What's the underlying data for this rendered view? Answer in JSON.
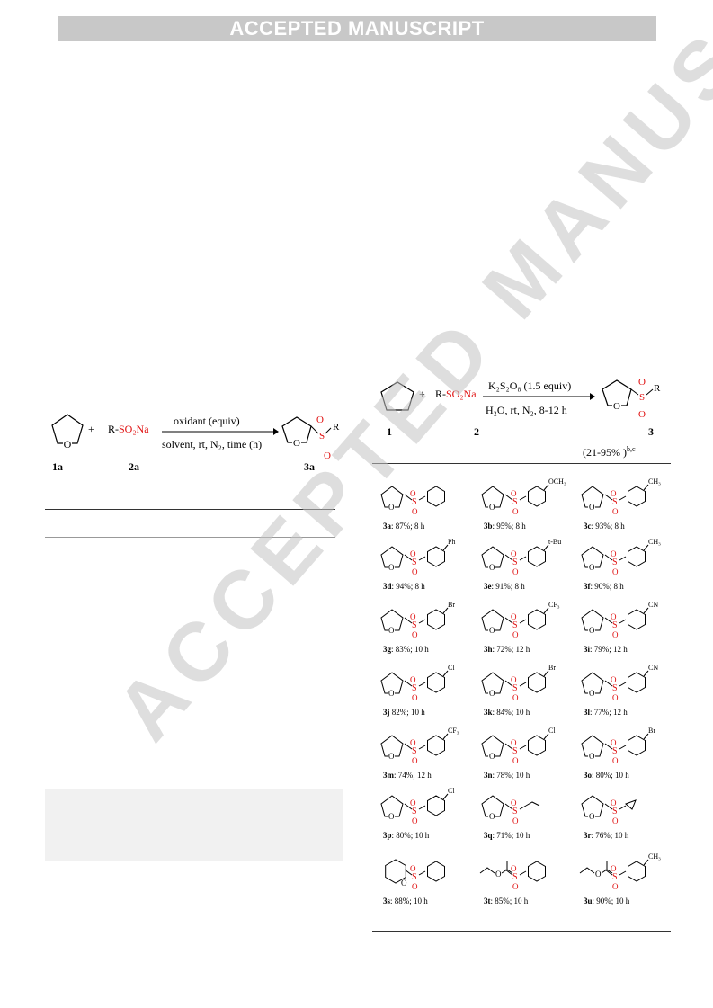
{
  "banner": "ACCEPTED MANUSCRIPT",
  "watermark": "ACCEPTED MANUSCRIPT",
  "left_scheme": {
    "plus": "+",
    "reagent_prefix": "R-",
    "reagent_red": "SO₂Na",
    "condition_top": "oxidant (equiv)",
    "condition_bottom": "solvent, rt, N₂, time (h)",
    "label_1a": "1a",
    "label_2a": "2a",
    "label_3a": "3a",
    "atom_O": "O",
    "atom_S": "S",
    "atom_R": "R"
  },
  "right_scheme": {
    "plus": "+",
    "reagent_prefix": "R-",
    "reagent_red": "SO₂Na",
    "condition_top": "K₂S₂O₈ (1.5 equiv)",
    "condition_bottom": "H₂O, rt, N₂, 8-12 h",
    "label_1": "1",
    "label_2": "2",
    "label_3": "3",
    "yield_range": "(21-95% )",
    "yield_sup": "b,c",
    "atom_O": "O",
    "atom_S": "S",
    "atom_R": "R"
  },
  "products": [
    {
      "id": "3a",
      "caption": ": 87%; 8 h",
      "sub": ""
    },
    {
      "id": "3b",
      "caption": ": 95%; 8 h",
      "sub": "OCH3"
    },
    {
      "id": "3c",
      "caption": ": 93%; 8 h",
      "sub": "CH3"
    },
    {
      "id": "3d",
      "caption": ": 94%; 8 h",
      "sub": "Ph"
    },
    {
      "id": "3e",
      "caption": ": 91%; 8 h",
      "sub": "t-Bu"
    },
    {
      "id": "3f",
      "caption": ": 90%; 8 h",
      "sub": "CH3"
    },
    {
      "id": "3g",
      "caption": ": 83%; 10 h",
      "sub": "Br"
    },
    {
      "id": "3h",
      "caption": ": 72%; 12 h",
      "sub": "CF3"
    },
    {
      "id": "3i",
      "caption": ": 79%; 12 h",
      "sub": "CN"
    },
    {
      "id": "3j",
      "caption": " 82%; 10 h",
      "sub": "Cl"
    },
    {
      "id": "3k",
      "caption": ": 84%; 10 h",
      "sub": "Br"
    },
    {
      "id": "3l",
      "caption": ": 77%; 12 h",
      "sub": "CN"
    },
    {
      "id": "3m",
      "caption": ": 74%; 12 h",
      "sub": "CF3"
    },
    {
      "id": "3n",
      "caption": ": 78%; 10 h",
      "sub": "Cl"
    },
    {
      "id": "3o",
      "caption": ": 80%; 10 h",
      "sub": "Br"
    },
    {
      "id": "3p",
      "caption": ": 80%; 10 h",
      "sub": "Cl"
    },
    {
      "id": "3q",
      "caption": ": 71%; 10 h",
      "sub": ""
    },
    {
      "id": "3r",
      "caption": ": 76%; 10 h",
      "sub": ""
    },
    {
      "id": "3s",
      "caption": ": 88%; 10 h",
      "sub": ""
    },
    {
      "id": "3t",
      "caption": ": 85%; 10 h",
      "sub": ""
    },
    {
      "id": "3u",
      "caption": ": 90%; 10 h",
      "sub": "CH3"
    }
  ],
  "colors": {
    "banner_bg": "#c8c8c8",
    "accent_red": "#e01010",
    "watermark": "#c3c3c3"
  }
}
